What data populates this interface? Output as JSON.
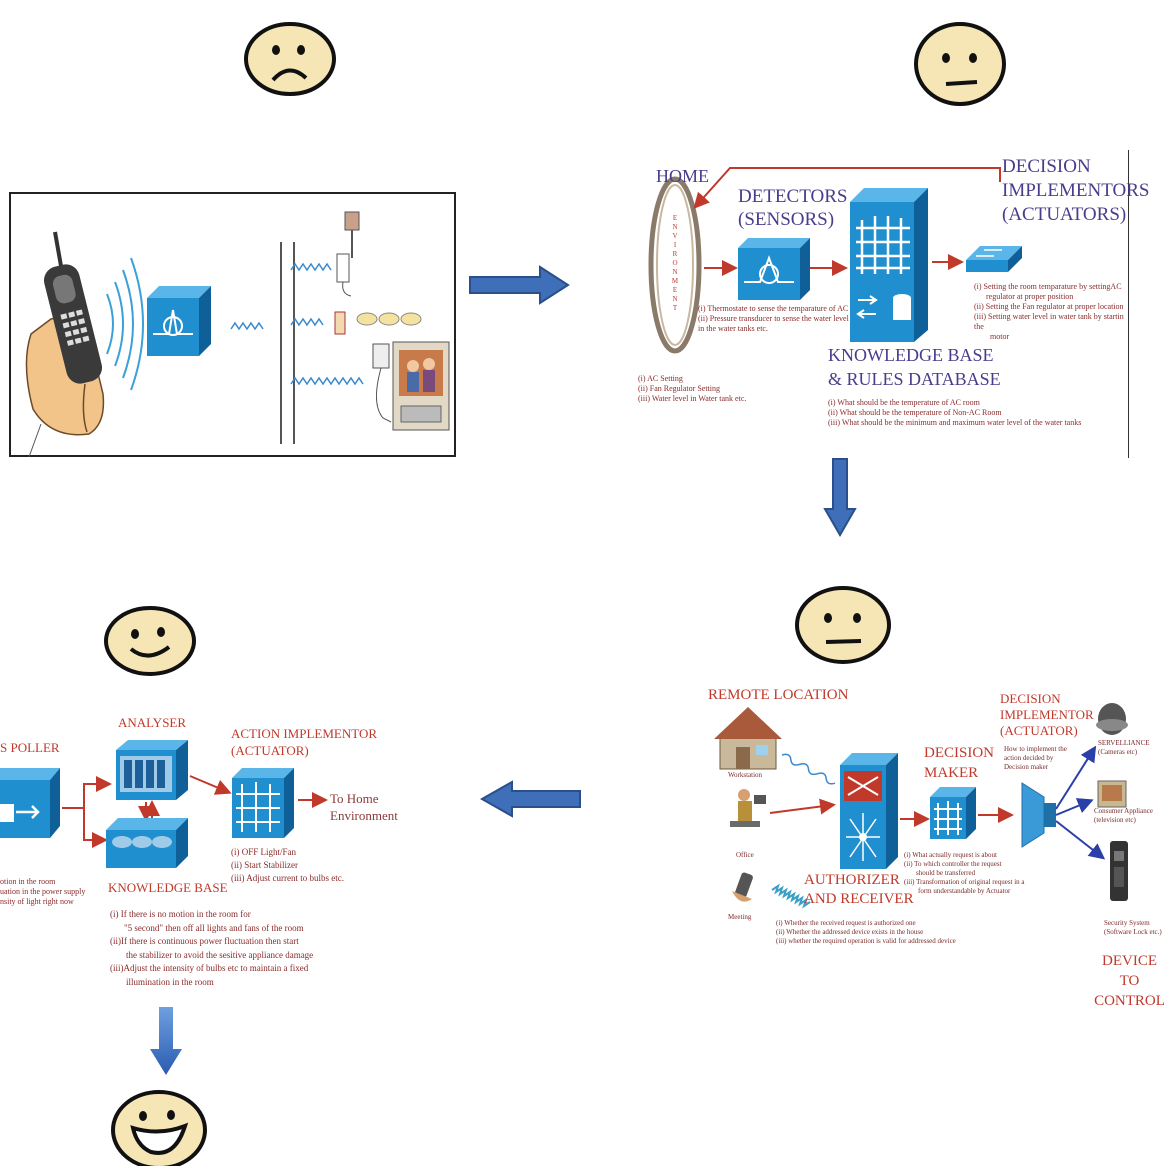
{
  "colors": {
    "cube_blue": "#1f8fcf",
    "cube_dark": "#0f5f99",
    "arrow_blue": "#3e6fb8",
    "red_label": "#c0392b",
    "face_fill": "#f6e6b6"
  },
  "faces": [
    "sad",
    "neutral",
    "neutral",
    "smile",
    "big-smile"
  ],
  "panel2": {
    "home": "HOME",
    "environment_letters": [
      "E",
      "N",
      "V",
      "I",
      "R",
      "O",
      "N",
      "M",
      "E",
      "N",
      "T"
    ],
    "detectors": "DETECTORS",
    "detectors_sub": "(SENSORS)",
    "decision": "DECISION",
    "implementors": "IMPLEMENTORS",
    "actuators": "(ACTUATORS)",
    "kb_line1": "KNOWLEDGE BASE",
    "kb_line2": "& RULES DATABASE",
    "sensor_notes": [
      "(i) Thermostate to sense the temparature of AC",
      "(ii) Pressure transducer to sense the water level",
      "in the water tanks etc."
    ],
    "actuator_notes": [
      "(i) Setting the room temparature by settingAC",
      "regulator at proper position",
      "(ii) Setting the Fan regulator at proper location",
      "(iii) Setting water level in water tank by startin the",
      "motor"
    ],
    "env_notes": [
      "(i) AC Setting",
      "(ii) Fan Regulator Setting",
      "(iii) Water level in Water tank etc."
    ],
    "kb_notes": [
      "(i) What should be the temperature of AC room",
      "(ii) What should be the temperature of Non-AC Room",
      "(iii) What should be the minimum and maximum water level of the water tanks"
    ]
  },
  "panel3": {
    "remote_location": "REMOTE LOCATION",
    "workstation": "Workstation",
    "office": "Office",
    "meeting": "Meeting",
    "authorizer": "AUTHORIZER",
    "and_receiver": "AND RECEIVER",
    "decision_maker_1": "DECISION",
    "decision_maker_2": "MAKER",
    "impl_1": "DECISION",
    "impl_2": "IMPLEMENTOR",
    "impl_3": "(ACTUATOR)",
    "impl_note": [
      "How to implement the",
      "action decided by",
      "Decision maker"
    ],
    "dm_notes": [
      "(i) What actually request is about",
      "(ii) To which controller the request",
      "should be transferred",
      "(iii) Transformation of original request in a",
      "form understandable by Actuator"
    ],
    "auth_notes": [
      "(i) Whether the received request is authorized one",
      "(ii) Whether the addressed device exists in the house",
      "(iii) whether the required operation is valid for addressed device"
    ],
    "servellance": [
      "SERVELLIANCE",
      "(Cameras etc)"
    ],
    "consumer": [
      "Consumer Appliance",
      "(television etc)"
    ],
    "security": [
      "Security System",
      "(Software Lock etc.)"
    ],
    "device_to_1": "DEVICE TO",
    "device_to_2": "CONTROL"
  },
  "panel4": {
    "poller": "S POLLER",
    "analyser": "ANALYSER",
    "action_1": "ACTION IMPLEMENTOR",
    "action_2": "(ACTUATOR)",
    "to_home_1": "To Home",
    "to_home_2": "Environment",
    "knowledge_base": "KNOWLEDGE BASE",
    "poller_notes": [
      "otion in the room",
      "uation in the power supply",
      "nsity of light right now"
    ],
    "action_notes": [
      "(i) OFF Light/Fan",
      "(ii) Start Stabilizer",
      "(iii) Adjust current to bulbs etc."
    ],
    "kb_notes": [
      "(i) If there is no motion in the room for",
      "\"5 second\" then off all lights and fans of the room",
      "(ii)If there is continuous power fluctuation then start",
      "the stabilizer to avoid the sesitive appliance damage",
      "(iii)Adjust the intensity of bulbs etc to maintain a fixed",
      "illumination in the room"
    ]
  }
}
